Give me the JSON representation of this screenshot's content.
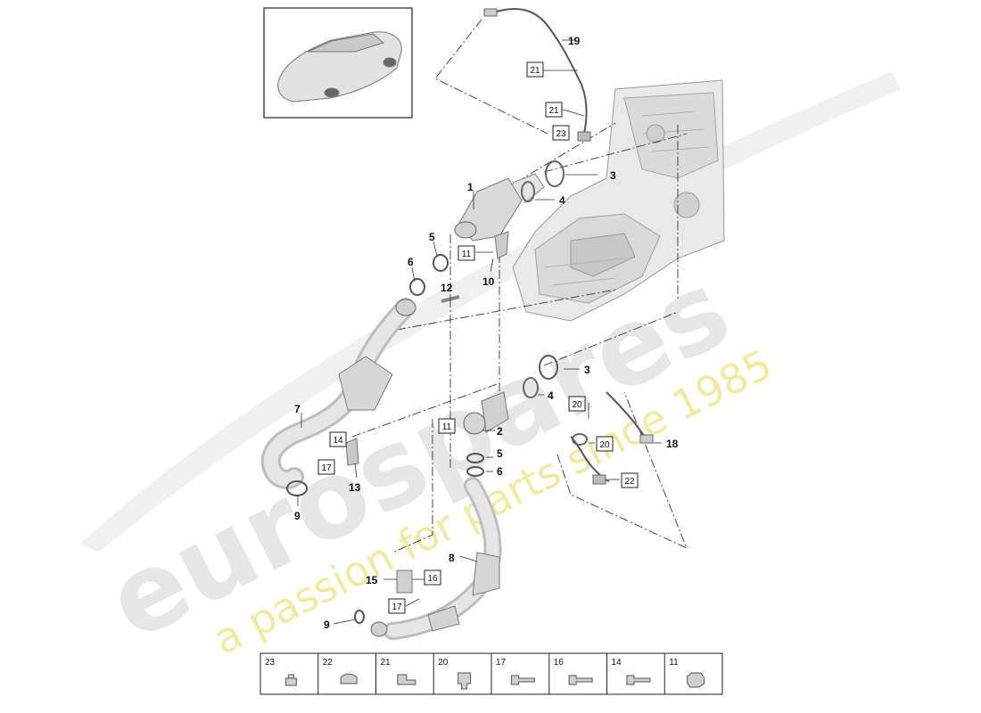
{
  "watermark": {
    "brand": "eurospares",
    "tagline": "a passion for parts since 1985",
    "brand_color": "#e8e8e8",
    "tagline_color": "#f2ec9a"
  },
  "callouts": {
    "c1": "1",
    "c2": "2",
    "c3a": "3",
    "c3b": "3",
    "c4a": "4",
    "c4b": "4",
    "c5a": "5",
    "c5b": "5",
    "c6a": "6",
    "c6b": "6",
    "c7": "7",
    "c8": "8",
    "c9a": "9",
    "c9b": "9",
    "c10": "10",
    "c12": "12",
    "c13": "13",
    "c15": "15",
    "c18": "18",
    "c19": "19"
  },
  "boxed_refs": {
    "b21a": "21",
    "b21b": "21",
    "b23": "23",
    "b11a": "11",
    "b11b": "11",
    "b14": "14",
    "b17a": "17",
    "b17b": "17",
    "b16": "16",
    "b20a": "20",
    "b20b": "20",
    "b22": "22"
  },
  "legend": [
    {
      "label": "23",
      "icon": "clip-nut-icon"
    },
    {
      "label": "22",
      "icon": "holder-icon"
    },
    {
      "label": "21",
      "icon": "bracket-clip-icon"
    },
    {
      "label": "20",
      "icon": "retainer-icon"
    },
    {
      "label": "17",
      "icon": "bolt-icon"
    },
    {
      "label": "16",
      "icon": "bolt-icon"
    },
    {
      "label": "14",
      "icon": "bolt-icon"
    },
    {
      "label": "11",
      "icon": "hex-nut-icon"
    }
  ]
}
